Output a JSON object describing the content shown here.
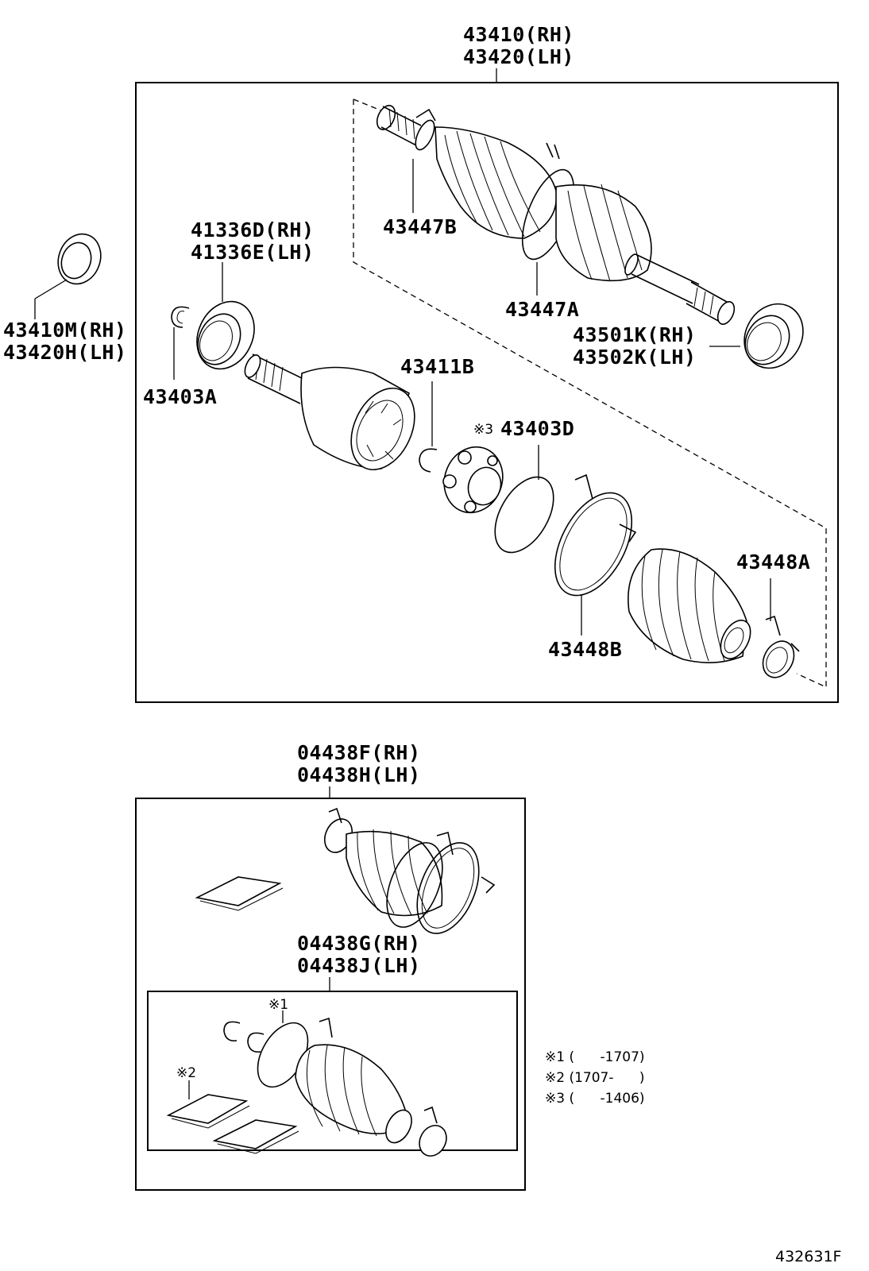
{
  "diagram": {
    "labels": {
      "assembly_rh": "43410(RH)",
      "assembly_lh": "43420(LH)",
      "p43410m": "43410M(RH)",
      "p43420h": "43420H(LH)",
      "p41336d": "41336D(RH)",
      "p41336e": "41336E(LH)",
      "p43403a": "43403A",
      "p43447b": "43447B",
      "p43447a": "43447A",
      "p43501k": "43501K(RH)",
      "p43502k": "43502K(LH)",
      "p43411b": "43411B",
      "p43403d_mark": "※3",
      "p43403d": "43403D",
      "p43448a": "43448A",
      "p43448b": "43448B",
      "kit_f": "04438F(RH)",
      "kit_h": "04438H(LH)",
      "kit_g": "04438G(RH)",
      "kit_j": "04438J(LH)",
      "mark1": "※1",
      "mark2": "※2"
    },
    "notes": [
      "※1 (      -1707)",
      "※2 (1707-      )",
      "※3 (      -1406)"
    ],
    "code": "432631F"
  }
}
